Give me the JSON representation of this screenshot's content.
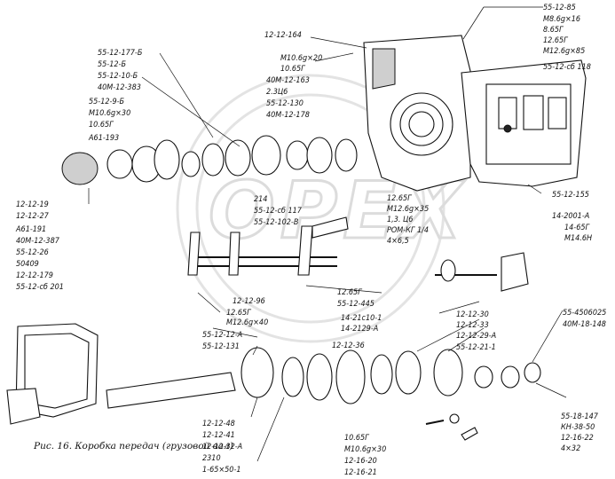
{
  "caption": "Рис. 16. Коробка передач (грузовой вал)",
  "watermark": "OPEX",
  "labels": {
    "l01": "55-12-85",
    "l02": "М8.6g×16",
    "l03": "8.65Г",
    "l04": "12.65Г",
    "l05": "М12.6g×85",
    "l06": "55-12-сб 118",
    "l07": "12-12-164",
    "l08": "М10.6g×20",
    "l09": "10.65Г",
    "l10": "40М-12-163",
    "l11": "2.3Ц6",
    "l12": "55-12-130",
    "l13": "40М-12-178",
    "l14": "55-12-177-Б",
    "l15": "55-12-Б",
    "l16": "55-12-10-Б",
    "l17": "40М-12-383",
    "l18": "55-12-9-Б",
    "l19": "М10.6g×30",
    "l20": "10.65Г",
    "l21": "А61-193",
    "l22": "12-12-19",
    "l23": "12-12-27",
    "l24": "А61-191",
    "l25": "40М-12-387",
    "l26": "55-12-26",
    "l27": "50409",
    "l28": "12-12-179",
    "l29": "55-12-сб 201",
    "l30": "214",
    "l31": "55-12-сб 117",
    "l32": "55-12-102-В",
    "l33": "12.65Г",
    "l34": "М12.6g×35",
    "l35": "1,3. Ц6",
    "l36": "РОМ-КГ 1/4",
    "l37": "4×6,5",
    "l38": "55-12-155",
    "l39": "14-2001-А",
    "l40": "14-65Г",
    "l41": "М14.6Н",
    "l42": "12-12-96",
    "l43": "12.65Г",
    "l44": "М12.6g×40",
    "l45": "55-12-12-А",
    "l46": "55-12-131",
    "l47": "12.65Г",
    "l48": "55-12-445",
    "l49": "14-21с10-1",
    "l50": "14-2129-А",
    "l51": "12-12-30",
    "l52": "12-12-33",
    "l53": "12-12-29-А",
    "l54": "55-12-21-1",
    "l55": "12-12-36",
    "l56": "55-4506025",
    "l57": "40М-18-148",
    "l58": "12-12-48",
    "l59": "12-12-41",
    "l60": "12-12-32-А",
    "l61": "2310",
    "l62": "1-65×50-1",
    "l63": "10.65Г",
    "l64": "М10.6g×30",
    "l65": "12-16-20",
    "l66": "12-16-21",
    "l67": "55-18-147",
    "l68": "КН-38-50",
    "l69": "12-16-22",
    "l70": "4×32"
  }
}
